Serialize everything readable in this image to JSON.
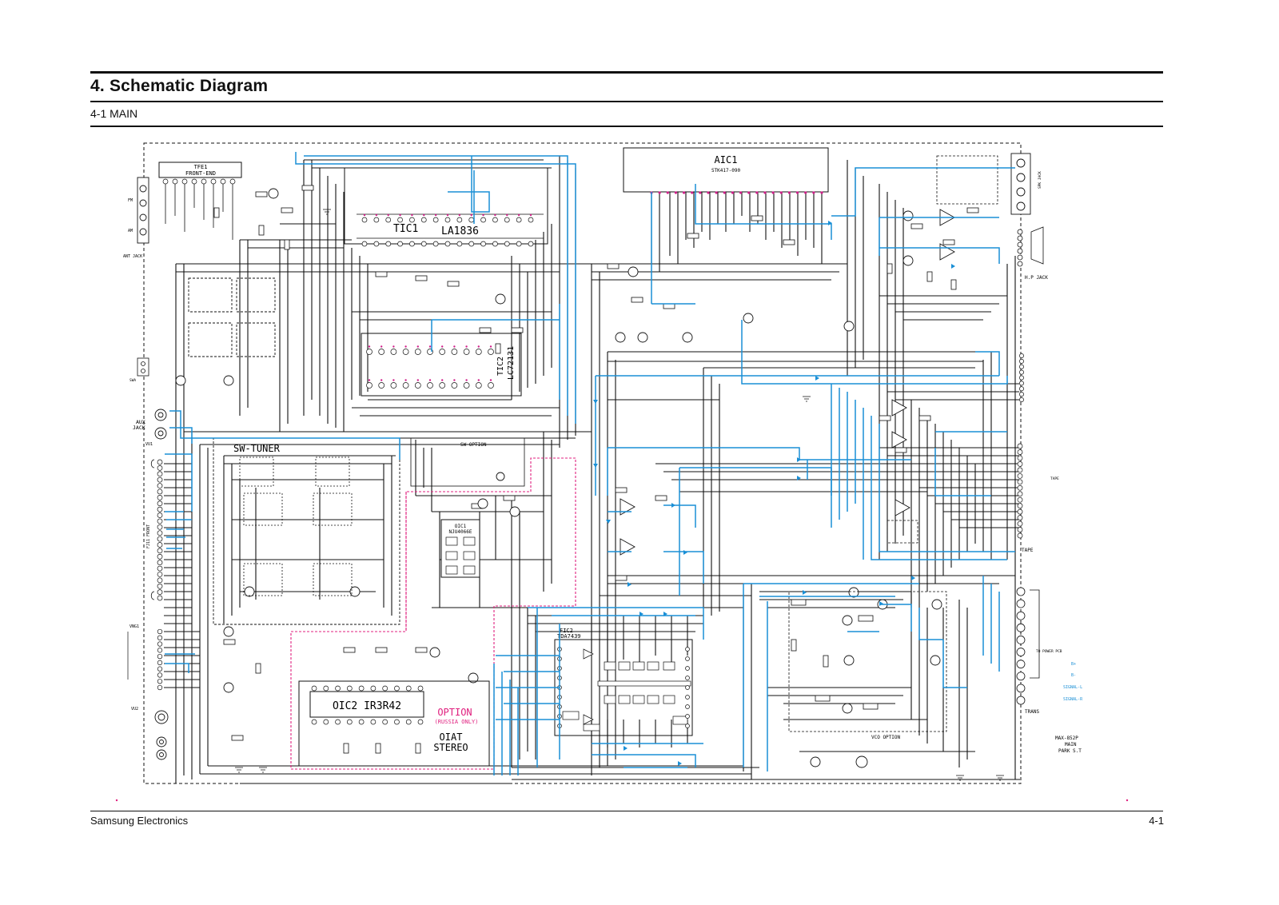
{
  "header": {
    "title": "4. Schematic Diagram",
    "section": "4-1 MAIN"
  },
  "footer": {
    "left": "Samsung Electronics",
    "right": "4-1"
  },
  "schematic": {
    "ics": {
      "tfe1_name": "TFE1",
      "tfe1_desc": "FRONT-END",
      "tic1_name": "TIC1",
      "tic1_part": "LA1836",
      "tic2_name": "TIC2",
      "tic2_part": "LC72131",
      "aic1_name": "AIC1",
      "aic1_part": "STK417-090",
      "sw_tuner": "SW-TUNER",
      "sw_option": "SW OPTION",
      "oic1_name": "OIC1",
      "oic1_part": "NJU4066E",
      "oic2": "OIC2 IR3R42",
      "fic2_name": "FIC2",
      "fic2_part": "TDA7439",
      "vco_option": "VCO OPTION"
    },
    "labels": {
      "option": "OPTION",
      "russia_only": "(RUSSIA ONLY)",
      "oiat": "OIAT",
      "stereo": "STEREO",
      "aux_jack": "AUX",
      "aux_jack2": "JACK",
      "hp_jack": "H.P JACK",
      "tape": "TAPE",
      "tape_right": "TAPE",
      "trans": "TRANS",
      "model": "MAX-852P",
      "model_sub1": "MAIN",
      "model_sub2": "PARK S.T",
      "front_vertical": "FJ11 FRONT",
      "vng1": "VNG1",
      "ant_jack": "ANT JACK",
      "fm": "FM",
      "am": "AM",
      "swa": "SWA",
      "spk_jack": "SPK JACK",
      "to_power_pcb": "TO POWER PCB",
      "legend_b_plus": "B+",
      "legend_b_minus": "B-",
      "legend_sig_l": "SIGNAL-L",
      "legend_sig_r": "SIGNAL-R",
      "vu1": "VU1",
      "vu2": "VU2"
    },
    "colors": {
      "line": "#111111",
      "signal": "#1a8fd6",
      "option": "#e0207f",
      "pin": "#d0208a"
    }
  }
}
